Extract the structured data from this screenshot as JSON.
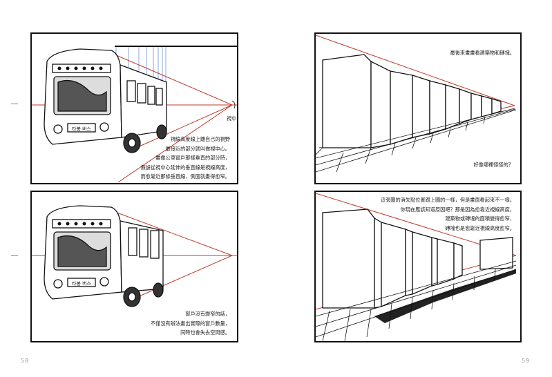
{
  "pages": {
    "left_number": "58",
    "right_number": "59"
  },
  "panel_top_left": {
    "vanishing_label": "視中心",
    "caption_lines": [
      "視線高度線上離自己的視野",
      "最接近的部分就叫做視中心。",
      "畫像公車窗戶那樣垂直的部分時，",
      "假設從視中心延伸的垂直線是視線高度，",
      "而愈靠近那條垂直線，側面就畫得愈窄。"
    ]
  },
  "panel_bottom_left": {
    "caption_lines": [
      "窗戶沒有變窄的話，",
      "不僅沒有辦法畫出實際的窗戶數量，",
      "同時也會失去空間感。"
    ]
  },
  "panel_top_right": {
    "caption_top": "最後來畫畫看建築物和磚塊。",
    "caption_bottom": "好像哪裡怪怪的？"
  },
  "panel_bottom_right": {
    "caption_lines": [
      "這張圖的消失點位置跟上圖的一樣，但是畫面看起來不一樣。",
      "你現在應該知道原因吧？那是因為愈靠近視線高度，",
      "建築物或磚塊的面積變得愈窄，",
      "磚塊也是愈靠近視線高度愈窄。"
    ]
  },
  "colors": {
    "perspective_line": "#c0392b",
    "guide_line": "#6b8fd6",
    "ink": "#111111",
    "page_number": "#999999"
  },
  "bus_sign": "타봉 버스"
}
